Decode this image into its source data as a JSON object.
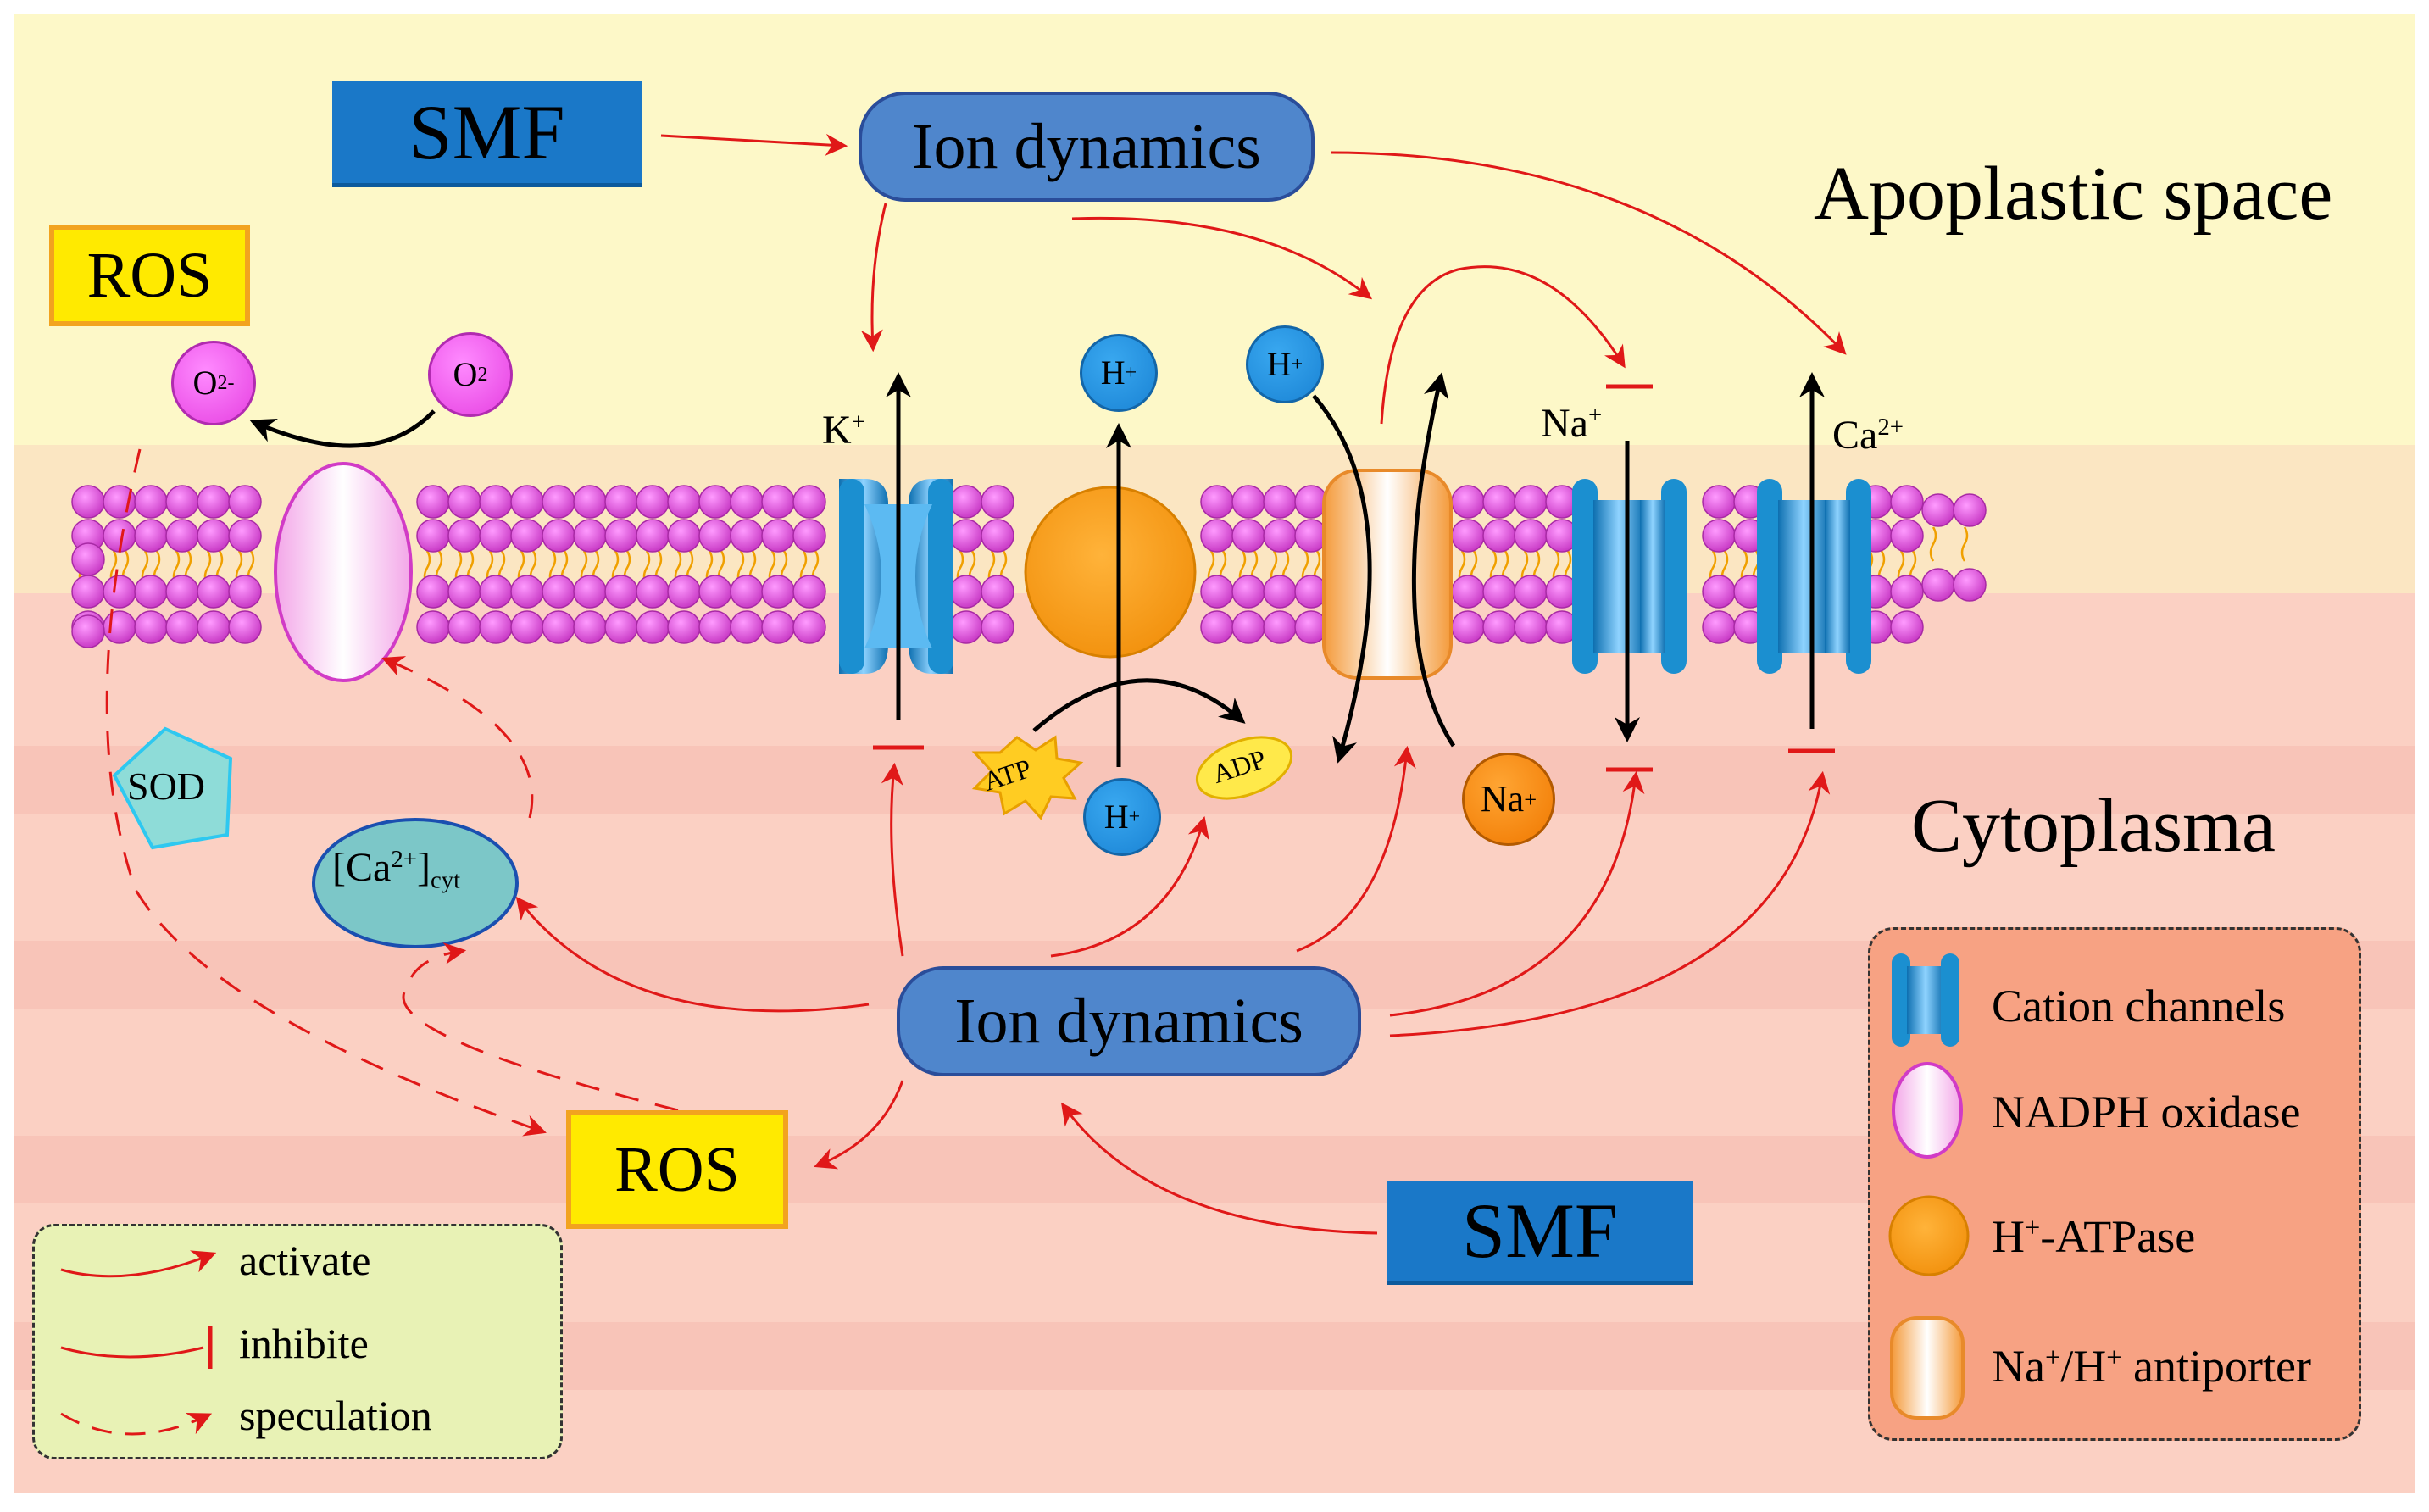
{
  "regions": {
    "apoplastic": "Apoplastic space",
    "cytoplasma": "Cytoplasma"
  },
  "top": {
    "smf": "SMF",
    "ion_dynamics": "Ion dynamics",
    "ros": "ROS"
  },
  "bottom": {
    "smf": "SMF",
    "ion_dynamics": "Ion dynamics",
    "ros": "ROS"
  },
  "molecules": {
    "o2_radical": {
      "base": "O",
      "sub": "2",
      "sup": "-"
    },
    "o2": {
      "base": "O",
      "sub": "2"
    },
    "sod": "SOD",
    "ca_cyt": {
      "open": "[Ca",
      "sup": "2+",
      "close": "]",
      "sub": "cyt"
    },
    "atp": "ATP",
    "adp": "ADP"
  },
  "ions": {
    "h": {
      "base": "H",
      "sup": "+"
    },
    "k": {
      "base": "K",
      "sup": "+"
    },
    "na": {
      "base": "Na",
      "sup": "+"
    },
    "ca": {
      "base": "Ca",
      "sup": "2+"
    }
  },
  "legend_components": [
    {
      "icon": "cation-channel",
      "label": "Cation channels"
    },
    {
      "icon": "nadph-oxidase",
      "label": "NADPH oxidase"
    },
    {
      "icon": "h-atpase",
      "label_parts": {
        "a": "H",
        "sup": "+",
        "b": "-ATPase"
      }
    },
    {
      "icon": "na-h-antiporter",
      "label_parts": {
        "a": "Na",
        "sup1": "+",
        "b": "/H",
        "sup2": "+",
        "c": " antiporter"
      }
    }
  ],
  "legend_arrows": [
    {
      "type": "activate",
      "label": "activate"
    },
    {
      "type": "inhibit",
      "label": "inhibite"
    },
    {
      "type": "speculation",
      "label": "speculation"
    }
  ],
  "colors": {
    "apoplast": "#fdf8c8",
    "cytoplasm_a": "#fbd0c3",
    "cytoplasm_b": "#f8c4b8",
    "membrane_band": "#fbe6c2",
    "lipid": "#e053dc",
    "arrow_red": "#e01818",
    "arrow_black": "#000000",
    "smf": "#1a78c8",
    "ion_box": "#4f86cc",
    "ros_box": "#ffea00",
    "channel": "#1b8fd0",
    "h_atpase": "#f7a21b",
    "legend_right": "#f7a283",
    "legend_left": "#e8f2b5"
  }
}
